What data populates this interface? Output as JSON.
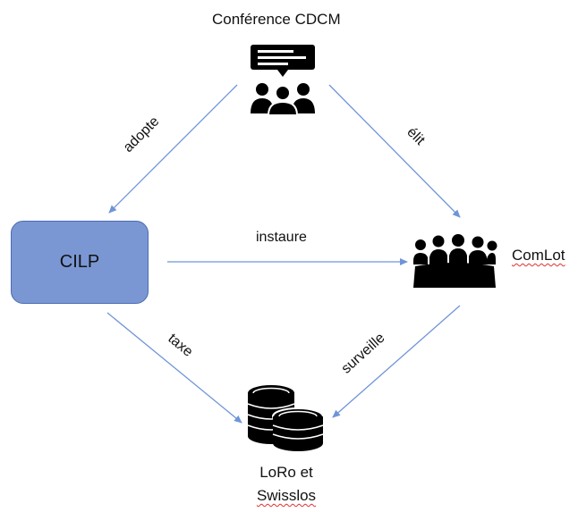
{
  "nodes": {
    "conference": {
      "label": "Conférence CDCM",
      "icon": "assembly-speech-icon"
    },
    "cilp": {
      "label": "CILP"
    },
    "comlot": {
      "label": "ComLot",
      "icon": "committee-icon"
    },
    "lottery": {
      "label_line1": "LoRo et",
      "label_line2": "Swisslos",
      "icon": "coins-icon"
    }
  },
  "edges": {
    "adopte": "adopte",
    "elit": "élit",
    "instaure": "instaure",
    "taxe": "taxe",
    "surveille": "surveille"
  },
  "colors": {
    "arrow": "#6f95d8",
    "cilp_fill": "#7a97d4",
    "cilp_border": "#4a6cb3",
    "icon": "#000000",
    "spellcheck": "#e03030"
  }
}
